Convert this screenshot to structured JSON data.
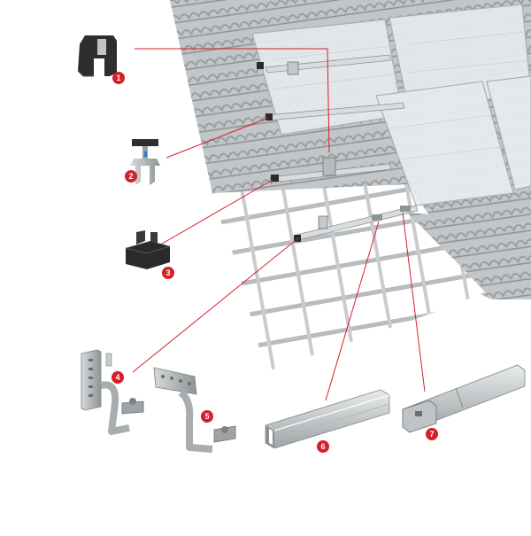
{
  "diagram": {
    "colors": {
      "callout_line": "#d51f2b",
      "badge": "#d51f2b",
      "roof_tile": "#b9bcbe",
      "roof_tile_dark": "#8f9395",
      "solar_panel": "#e4e8ea",
      "rail_metal": "#c8ccce",
      "clamp_black": "#2a2a2a"
    },
    "parts": [
      {
        "number": "1",
        "icon": "end-clamp-icon"
      },
      {
        "number": "2",
        "icon": "middle-clamp-icon"
      },
      {
        "number": "3",
        "icon": "end-cap-icon"
      },
      {
        "number": "4",
        "icon": "roof-hook-icon"
      },
      {
        "number": "5",
        "icon": "adjustable-roof-hook-icon"
      },
      {
        "number": "6",
        "icon": "mounting-rail-icon"
      },
      {
        "number": "7",
        "icon": "rail-connector-icon"
      }
    ]
  }
}
